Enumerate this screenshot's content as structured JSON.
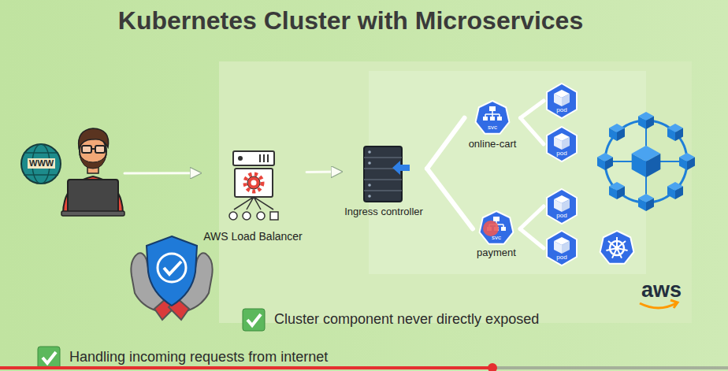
{
  "diagram": {
    "title": "Kubernetes Cluster with Microservices",
    "nodes": [
      {
        "text": [
          "WWW"
        ]
      },
      {
        "text": [
          "AWS Load Balancer"
        ]
      },
      {
        "text": [
          "Ingress controller"
        ]
      },
      {
        "text": [
          "svc",
          "online-cart"
        ]
      },
      {
        "text": [
          "pod"
        ]
      },
      {
        "text": [
          "pod"
        ]
      },
      {
        "text": [
          "svc",
          "payment"
        ]
      },
      {
        "text": [
          "pod"
        ]
      },
      {
        "text": [
          "pod"
        ]
      }
    ],
    "edges": [
      {
        "from": 0,
        "to": 1,
        "arrow": "to"
      },
      {
        "from": 1,
        "to": 2,
        "arrow": "to"
      },
      {
        "from": 2,
        "to": 3,
        "arrow": "none"
      },
      {
        "from": 2,
        "to": 6,
        "arrow": "none"
      },
      {
        "from": 3,
        "to": 4,
        "arrow": "none"
      },
      {
        "from": 3,
        "to": 5,
        "arrow": "none"
      },
      {
        "from": 6,
        "to": 7,
        "arrow": "none"
      },
      {
        "from": 6,
        "to": 8,
        "arrow": "none"
      }
    ],
    "labels": [
      "Cluster component never directly exposed",
      "Handling incoming requests from internet",
      "aws"
    ]
  }
}
